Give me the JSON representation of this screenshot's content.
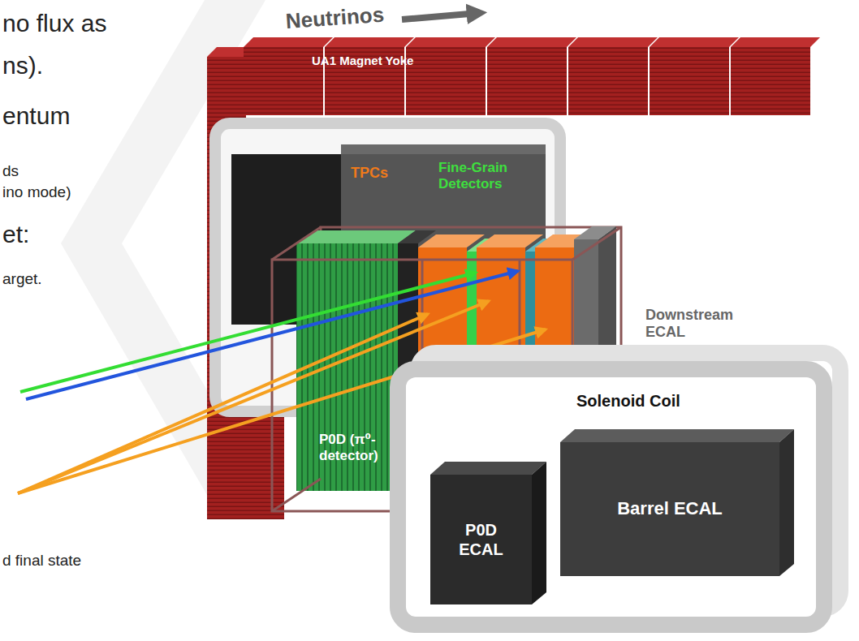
{
  "diagram": {
    "nodes": [
      {
        "text": [
          "UA1 Magnet Yoke"
        ]
      },
      {
        "text": [
          "P0D (π⁰- detector)"
        ]
      },
      {
        "text": [
          "Solenoid Coil"
        ]
      },
      {
        "text": [
          "P0D ECAL"
        ],
        "in": 2
      },
      {
        "text": [
          "Barrel ECAL"
        ],
        "in": 2
      }
    ],
    "labels": [
      "no flux as",
      "Neutrinos",
      "ns).",
      "entum",
      "TPCs",
      "Fine-Grain Detectors",
      "ds",
      "ino mode)",
      "et:",
      "arget.",
      "Downstream ECAL",
      "d final state"
    ]
  }
}
